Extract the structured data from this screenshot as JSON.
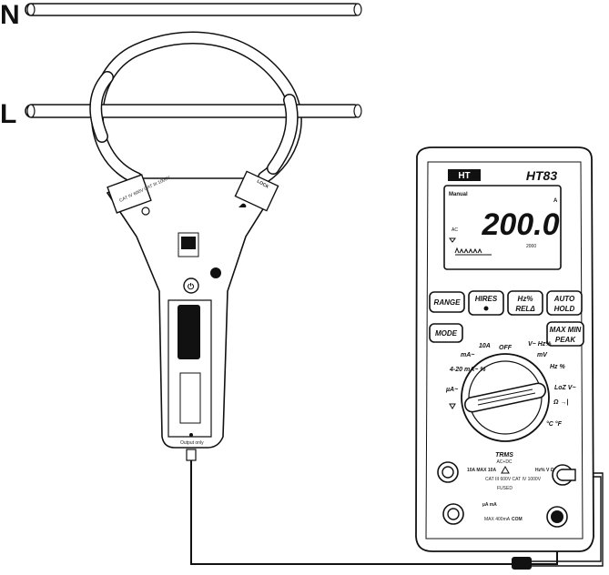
{
  "conductors": {
    "neutral_label": "N",
    "line_label": "L"
  },
  "clamp": {
    "rating_text": "CAT IV 600V CAT III 1000V",
    "lock_label": "LOCK",
    "output_text": "Output only"
  },
  "meter": {
    "brand": "HT",
    "model": "HT83",
    "display": {
      "mode_label": "Manual",
      "reading": "200.0",
      "unit": "A",
      "ac_label": "AC",
      "sub_value": "2000"
    },
    "buttons": {
      "range": "RANGE",
      "hires": "HIRES",
      "hz_top": "Hz%",
      "hz_bottom": "RELΔ",
      "auto_top": "AUTO",
      "auto_bottom": "HOLD",
      "mode": "MODE",
      "maxmin_top": "MAX MIN",
      "maxmin_bottom": "PEAK"
    },
    "dial": {
      "off": "OFF",
      "v_ac": "V~ Hz%",
      "mv": "mV",
      "hz": "Hz %",
      "lowz": "LoZ V~",
      "ohm": "Ω →|",
      "temp": "°C °F",
      "a10": "10A",
      "ma": "mA~",
      "loop": "4-20 mA~ %",
      "ua": "µA~"
    },
    "trms_top": "TRMS",
    "trms_bottom": "AC+DC",
    "jacks": {
      "a10": "10A MAX 10A",
      "cat": "CAT III 600V CAT IV 1000V",
      "fused": "FUSED",
      "ua_ma": "µA mA",
      "max": "MAX 400mA",
      "com": "COM",
      "v_hz": "Hz% V Ω"
    }
  }
}
